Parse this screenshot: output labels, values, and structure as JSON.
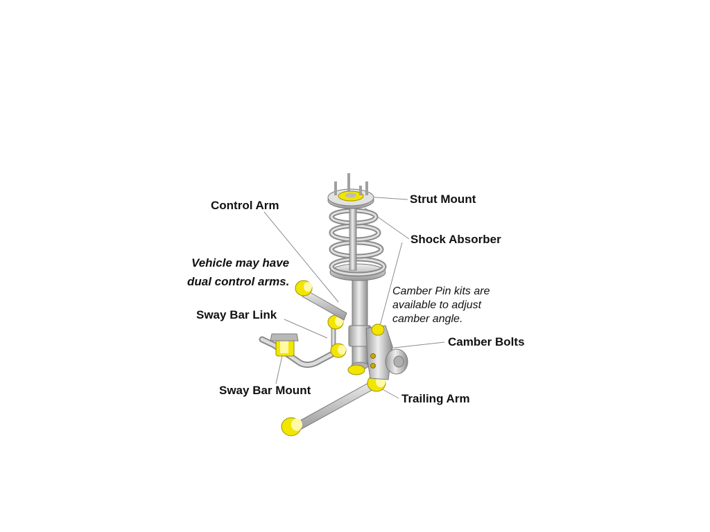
{
  "labels": {
    "strut_mount": "Strut Mount",
    "shock_absorber": "Shock Absorber",
    "control_arm": "Control Arm",
    "dual_note_line1": "Vehicle may have",
    "dual_note_line2": "dual control arms.",
    "camber_note_line1": "Camber Pin kits are",
    "camber_note_line2": "available to adjust",
    "camber_note_line3": "camber angle.",
    "sway_bar_link": "Sway Bar Link",
    "camber_bolts": "Camber Bolts",
    "sway_bar_mount": "Sway Bar Mount",
    "trailing_arm": "Trailing Arm"
  },
  "colors": {
    "bushing": "#f2e500",
    "metal": "#c9c9c9",
    "metal_dark": "#8a8a8a",
    "leader": "#8c8c8c"
  }
}
